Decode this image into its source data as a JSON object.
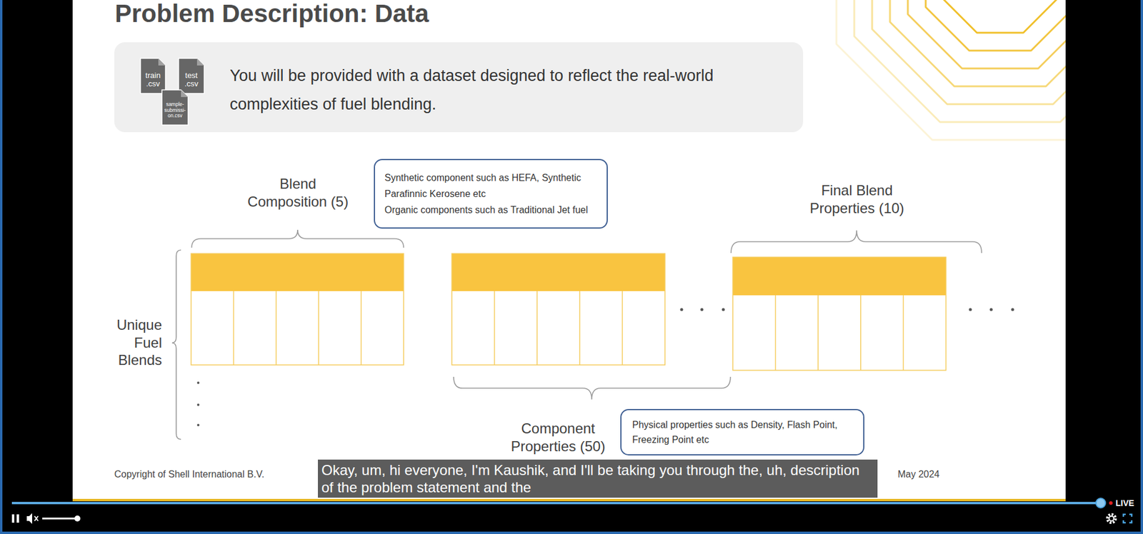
{
  "diagram": {
    "title": "Problem Description: Data",
    "nodes": [
      {
        "text": [
          "You will be provided with a dataset designed to reflect the real-world complexities of fuel blending."
        ]
      },
      {
        "text": [
          "train .csv"
        ],
        "in": 0
      },
      {
        "text": [
          "test .csv"
        ],
        "in": 0
      },
      {
        "text": [
          "sample- submissi- on.csv"
        ],
        "in": 0
      },
      {
        "text": [
          "Synthetic component such as HEFA, Synthetic Parafinnic Kerosene etc",
          "Organic components such as Traditional Jet fuel"
        ]
      },
      {
        "text": [
          "Physical properties such as Density, Flash Point, Freezing Point etc"
        ]
      },
      {
        "text": [
          "Okay, um, hi everyone, I'm Kaushik, and I'll be taking you through the, uh, description of the problem statement and the"
        ]
      }
    ],
    "labels": [
      "Blend Composition (5)",
      "Final Blend Properties (10)",
      "Unique Fuel Blends",
      "Component Properties (50)",
      "Copyright of Shell International B.V.",
      "May 2024",
      "LIVE"
    ]
  }
}
